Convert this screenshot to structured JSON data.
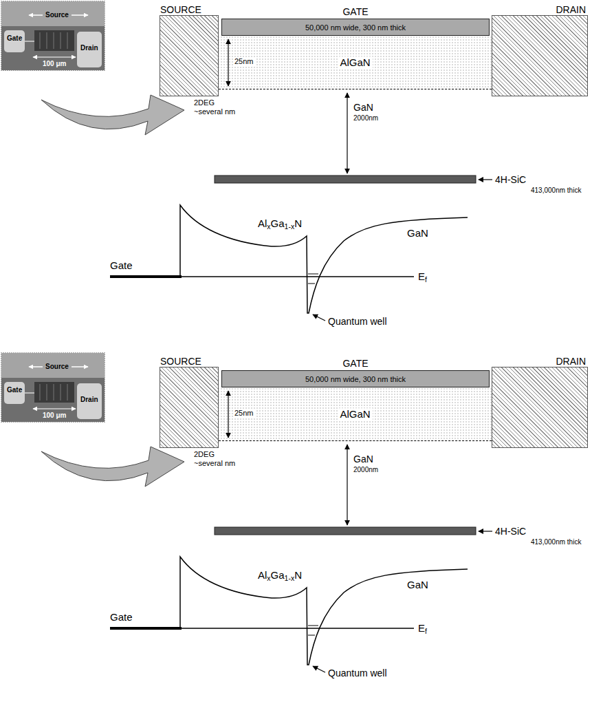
{
  "diagram": {
    "nodes": [
      {
        "text": [
          "Source",
          "Gate",
          "Drain",
          "100 μm"
        ]
      },
      {
        "text": [
          "SOURCE"
        ]
      },
      {
        "text": [
          "GATE",
          "50,000 nm wide, 300 nm thick"
        ]
      },
      {
        "text": [
          "AlGaN"
        ]
      },
      {
        "text": [
          "DRAIN"
        ]
      },
      {
        "text": [
          "Source",
          "Gate",
          "Drain",
          "100 μm"
        ]
      },
      {
        "text": [
          "SOURCE"
        ]
      },
      {
        "text": [
          "GATE",
          "50,000 nm wide, 300 nm thick"
        ]
      },
      {
        "text": [
          "AlGaN"
        ]
      },
      {
        "text": [
          "DRAIN"
        ]
      }
    ],
    "labels": [
      "25nm",
      "2DEG ~several nm",
      "GaN",
      "2000nm",
      "4H-SiC",
      "413,000nm thick",
      "AlxGa1-xN",
      "GaN",
      "Gate",
      "Ef",
      "Quantum well",
      "25nm",
      "2DEG ~several nm",
      "GaN",
      "2000nm",
      "4H-SiC",
      "413,000nm thick",
      "AlxGa1-xN",
      "GaN",
      "Gate",
      "Ef",
      "Quantum well"
    ]
  }
}
